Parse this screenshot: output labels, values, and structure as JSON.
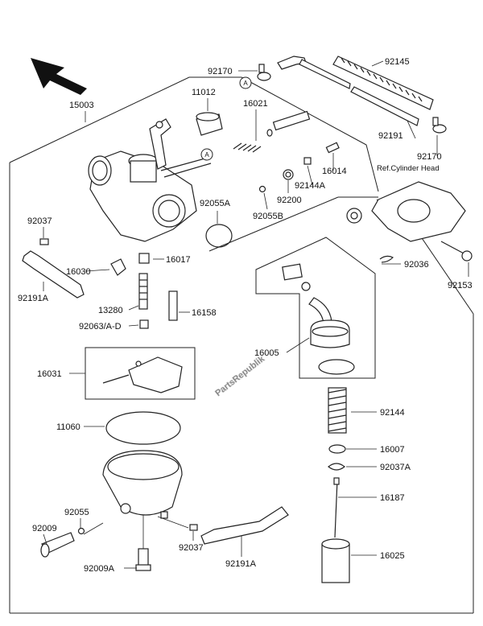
{
  "watermark": "PartsRepublik",
  "ref_note": "Ref.Cylinder Head",
  "circle_marker": "A",
  "part_labels": {
    "p92170_top": "92170",
    "p92145": "92145",
    "p15003": "15003",
    "p11012": "11012",
    "p16021": "16021",
    "p92191_top": "92191",
    "p92170_right": "92170",
    "p16014": "16014",
    "p92144A": "92144A",
    "p92200": "92200",
    "p92055A": "92055A",
    "p92055B": "92055B",
    "p92037_left": "92037",
    "p16030": "16030",
    "p16017": "16017",
    "p92191A_left": "92191A",
    "p13280": "13280",
    "p16158": "16158",
    "p92063": "92063/A-D",
    "p16031": "16031",
    "p11060": "11060",
    "p92036": "92036",
    "p92153": "92153",
    "p16005": "16005",
    "p92144": "92144",
    "p16007": "16007",
    "p92037A": "92037A",
    "p16187": "16187",
    "p16025": "16025",
    "p92055": "92055",
    "p92009": "92009",
    "p92009A": "92009A",
    "p92037_bottom": "92037",
    "p92191A_bottom": "92191A"
  }
}
